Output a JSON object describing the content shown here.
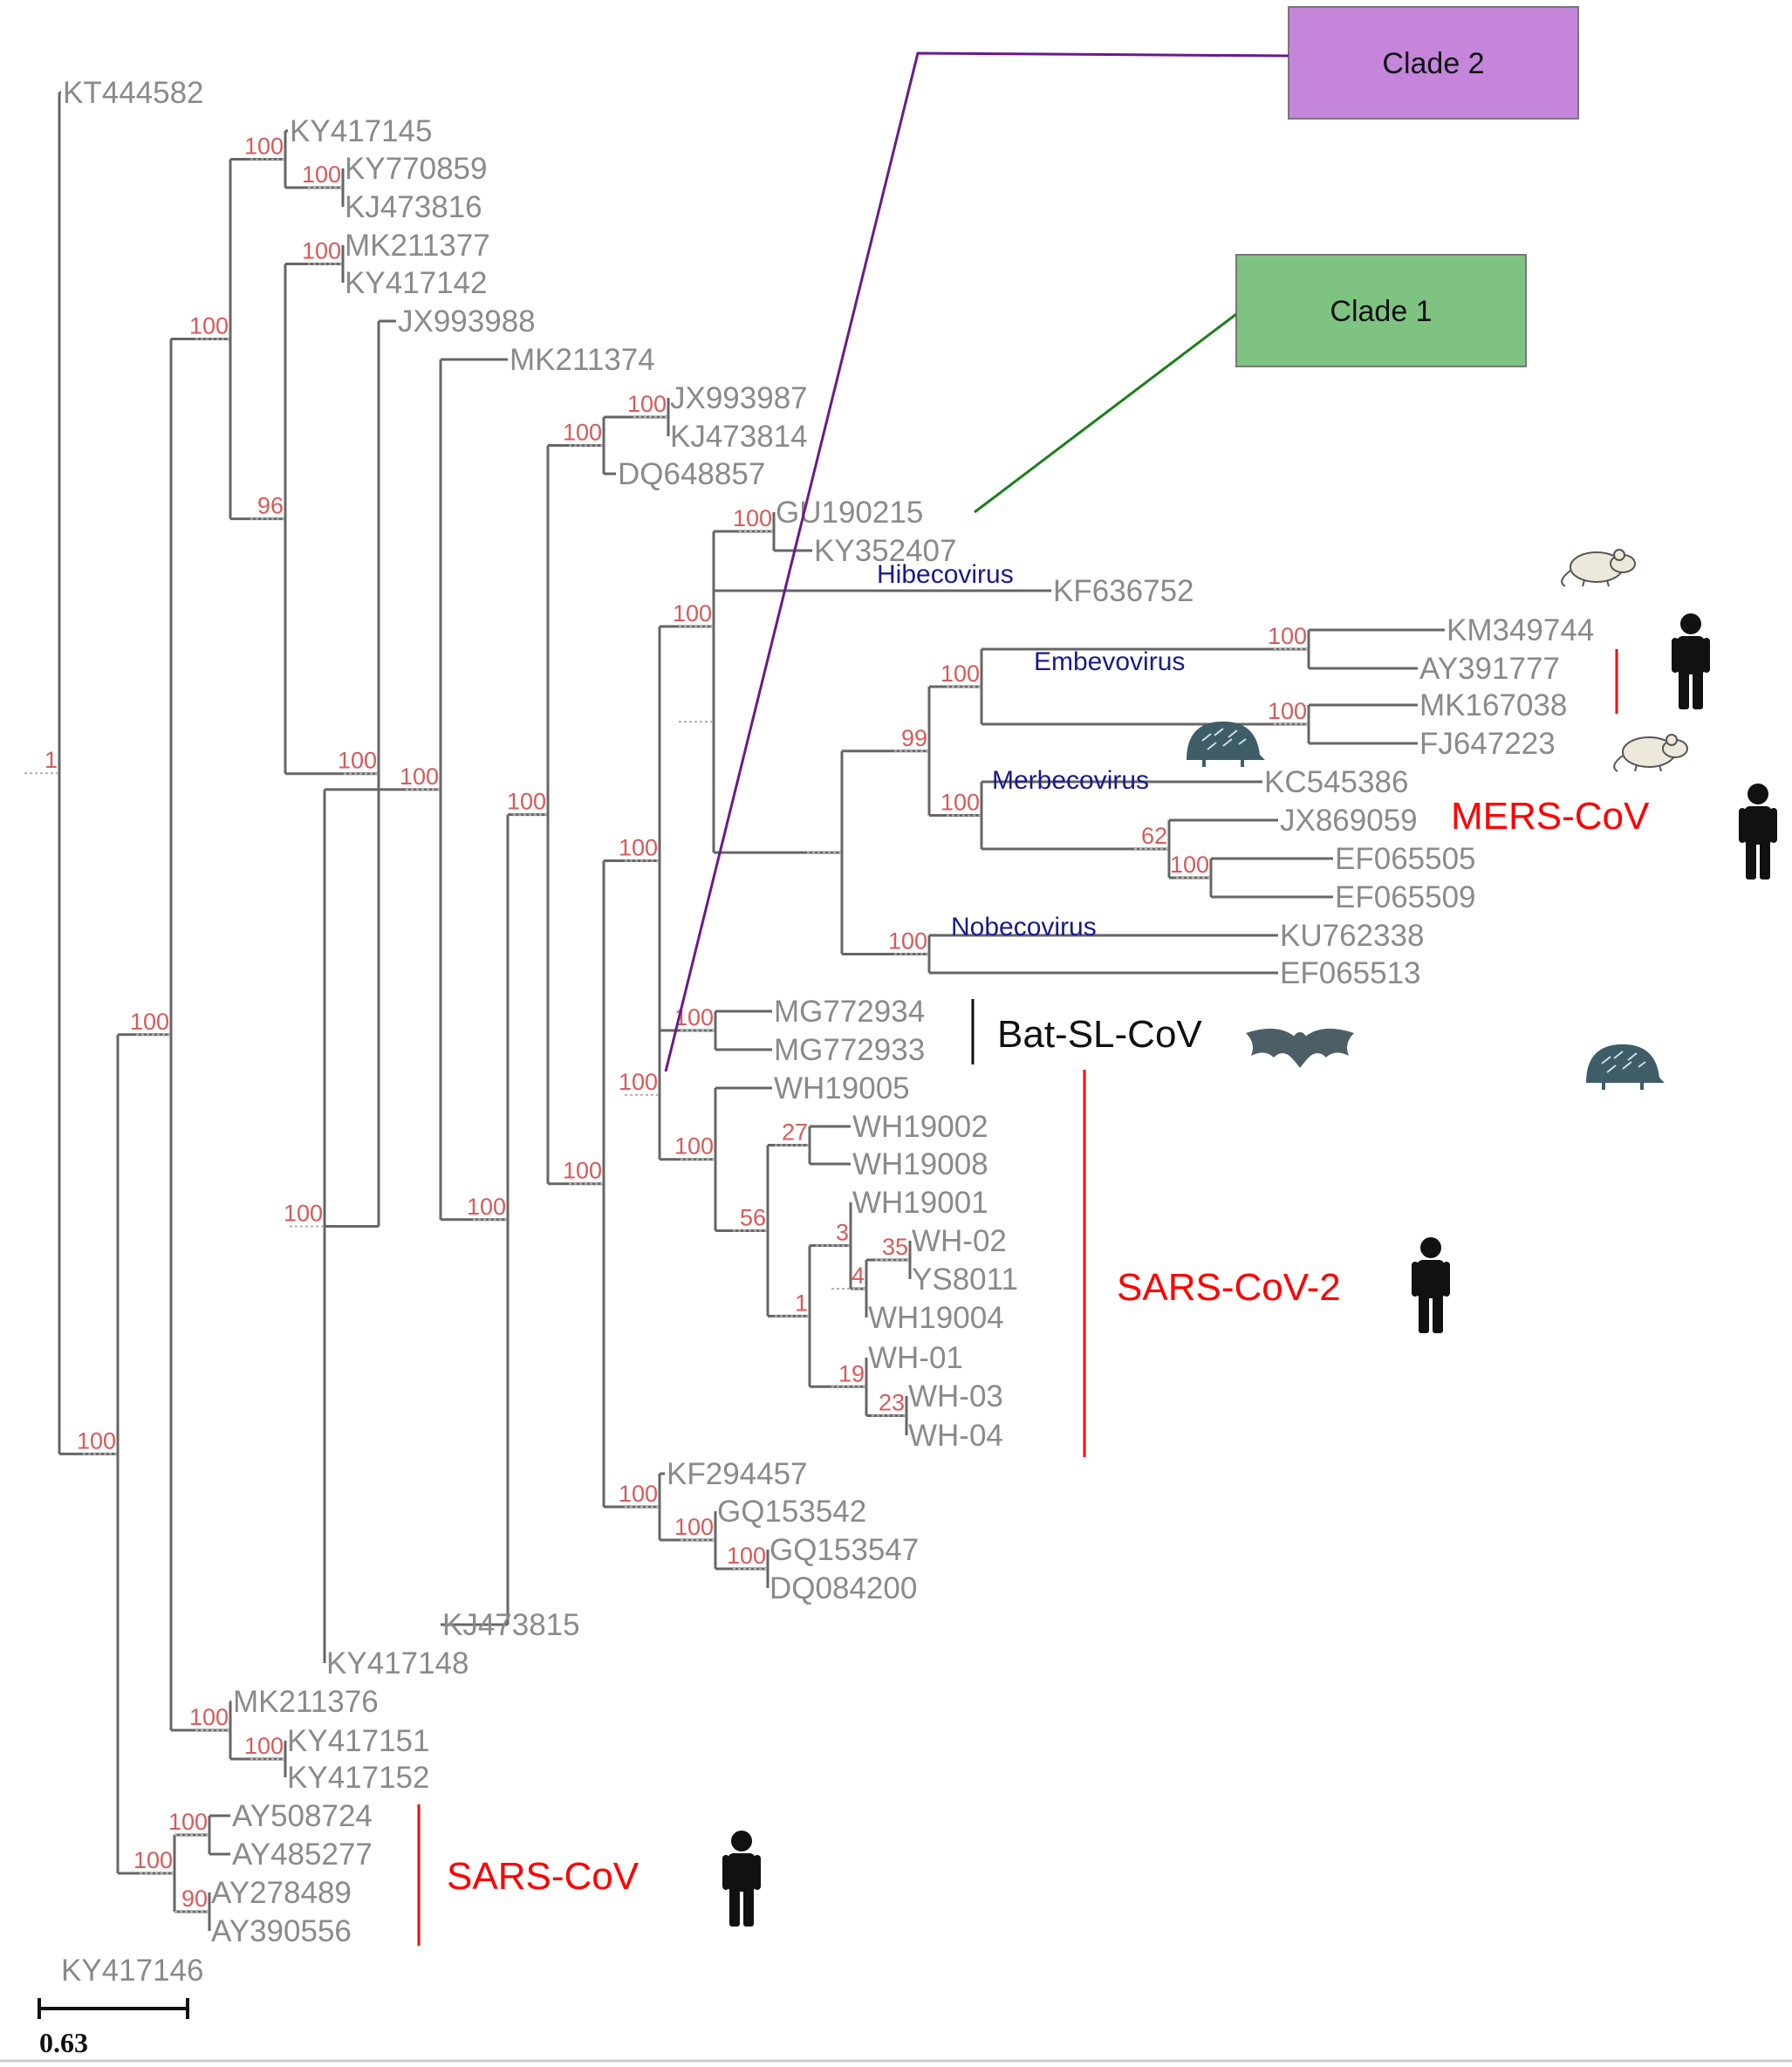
{
  "taxa": {
    "KT444582": "KT444582",
    "KY417145": "KY417145",
    "KY770859": "KY770859",
    "KJ473816": "KJ473816",
    "MK211377": "MK211377",
    "KY417142": "KY417142",
    "JX993988": "JX993988",
    "MK211374": "MK211374",
    "JX993987": "JX993987",
    "KJ473814": "KJ473814",
    "DQ648857": "DQ648857",
    "GU190215": "GU190215",
    "KY352407": "KY352407",
    "KF636752": "KF636752",
    "KM349744": "KM349744",
    "AY391777": "AY391777",
    "MK167038": "MK167038",
    "FJ647223": "FJ647223",
    "KC545386": "KC545386",
    "JX869059": "JX869059",
    "EF065505": "EF065505",
    "EF065509": "EF065509",
    "KU762338": "KU762338",
    "EF065513": "EF065513",
    "MG772934": "MG772934",
    "MG772933": "MG772933",
    "WH19005": "WH19005",
    "WH19002": "WH19002",
    "WH19008": "WH19008",
    "WH19001": "WH19001",
    "WH-02": "WH-02",
    "YS8011": "YS8011",
    "WH19004": "WH19004",
    "WH-01": "WH-01",
    "WH-03": "WH-03",
    "WH-04": "WH-04",
    "KF294457": "KF294457",
    "GQ153542": "GQ153542",
    "GQ153547": "GQ153547",
    "DQ084200": "DQ084200",
    "KJ473815": "KJ473815",
    "KY417148": "KY417148",
    "MK211376": "MK211376",
    "KY417151": "KY417151",
    "KY417152": "KY417152",
    "AY508724": "AY508724",
    "AY485277": "AY485277",
    "AY278489": "AY278489",
    "AY390556": "AY390556",
    "KY417146": "KY417146"
  },
  "support_values": {
    "root": "1",
    "n_sars_outer": "100",
    "n_big": "100",
    "n_sars": "100",
    "n_sars_a": "100",
    "n_sars_b": "90",
    "n_main": "100",
    "n_ky_pair": "100",
    "n_ky_inner": "100",
    "n_ky151": "100",
    "n_a": "100",
    "n_mk377": "100",
    "n_b": "96",
    "n_c": "100",
    "n_d": "100",
    "n_e": "100",
    "n_f": "100",
    "n_jx987": "100",
    "n_g": "100",
    "n_h": "100",
    "n_i": "100",
    "n_gu": "100",
    "n_j": "100",
    "n_k": "100",
    "n_merb_embe": "99",
    "n_embe": "100",
    "n_km": "100",
    "n_mk167": "100",
    "n_merb": "100",
    "n_m62": "62",
    "n_ef": "100",
    "n_nobe": "100",
    "n_sarscov2": "100",
    "n_mg": "100",
    "n_wh": "100",
    "n_56": "56",
    "n_27": "27",
    "n_1": "1",
    "n_3": "3",
    "n_4": "4",
    "n_35": "35",
    "n_19": "19",
    "n_23": "23",
    "n_kf294": "100",
    "n_gq": "100",
    "n_gq547": "100"
  },
  "genus_labels": {
    "hibecovirus": "Hibecovirus",
    "embevovirus": "Embevovirus",
    "merbecovirus": "Merbecovirus",
    "nobecovirus": "Nobecovirus"
  },
  "group_labels": {
    "mers": "MERS-CoV",
    "bat_sl": "Bat-SL-CoV",
    "sars2": "SARS-CoV-2",
    "sars": "SARS-CoV"
  },
  "clades": {
    "clade1": "Clade 1",
    "clade2": "Clade 2"
  },
  "scale_bar": {
    "label": "0.63",
    "value": 0.63
  },
  "colors": {
    "branch": "#666666",
    "support": "#d85a5a",
    "taxon": "#8a8a8a",
    "genus": "#1a1a8c",
    "group_red": "#ff0000",
    "clade1_fill": "#7fc382",
    "clade1_line": "#1a7f1a",
    "clade2_fill": "#c585db",
    "clade2_line": "#6a1a8a"
  },
  "icons": {
    "human": "human-icon",
    "rat": "rat-icon",
    "hedgehog": "hedgehog-icon",
    "bat": "bat-icon"
  }
}
